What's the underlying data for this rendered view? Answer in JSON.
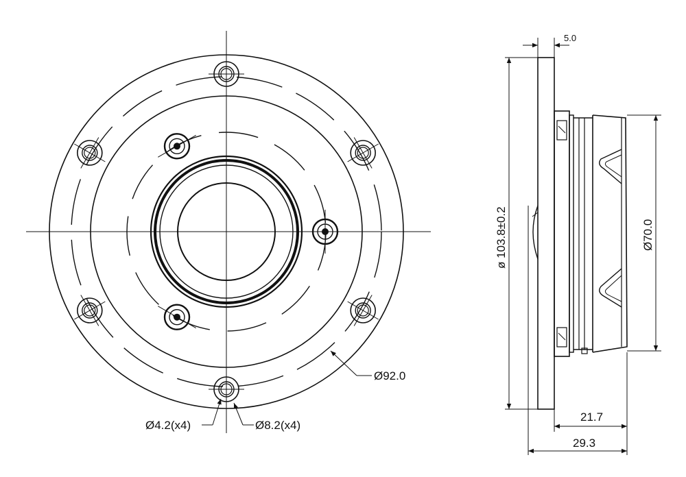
{
  "front_view": {
    "flange_outer_diameter_label": "Ø92.0",
    "mount_hole_label": "Ø4.2(x4)",
    "counterbore_label": "Ø8.2(x4)"
  },
  "side_view": {
    "flange_thickness_label": "5.0",
    "overall_diameter_label": "ø 103.8±0.2",
    "body_diameter_label": "Ø70.0",
    "depth_inner_label": "21.7",
    "depth_overall_label": "29.3"
  }
}
